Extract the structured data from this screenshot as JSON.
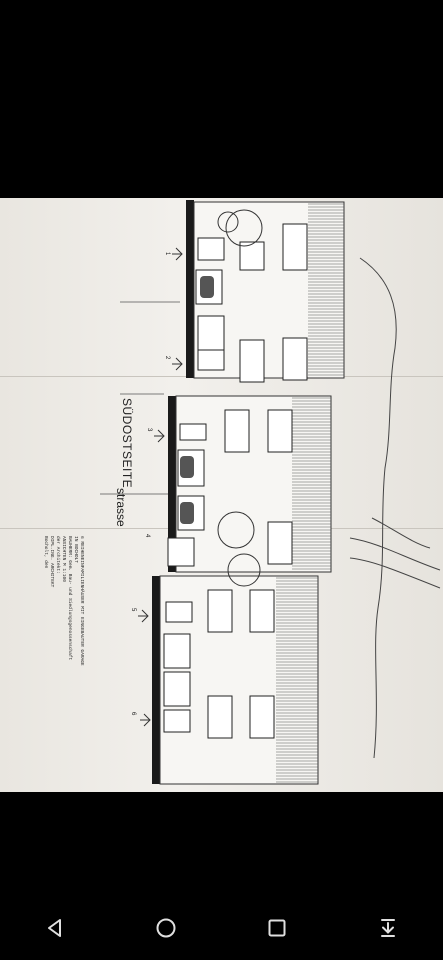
{
  "drawing": {
    "title_label": "SÜDOSTSEITE",
    "street_label": "strasse",
    "axis_numbers": [
      "1",
      "2",
      "3",
      "4",
      "5",
      "6"
    ],
    "legend_lines": [
      "6 REIHENEINFAMILIENHÄUSER MIT EINGEBAUTER GARAGE",
      "IN BOCHOLT",
      "BAUHERR: Gem. Bau- und Siedlungsgenossenschaft",
      "ANSICHTEN M 1:100",
      "der Architekt:",
      "DIPL.ING. ARCHITEKT",
      "Bocholt, den"
    ]
  },
  "navbar": {
    "back": "back-icon",
    "home": "home-icon",
    "recents": "recents-icon",
    "notifications": "notification-pull-icon"
  },
  "colors": {
    "paper": "#f0eee9",
    "ink": "#222222",
    "background": "#000000",
    "nav_icon": "#e0e0e0"
  }
}
